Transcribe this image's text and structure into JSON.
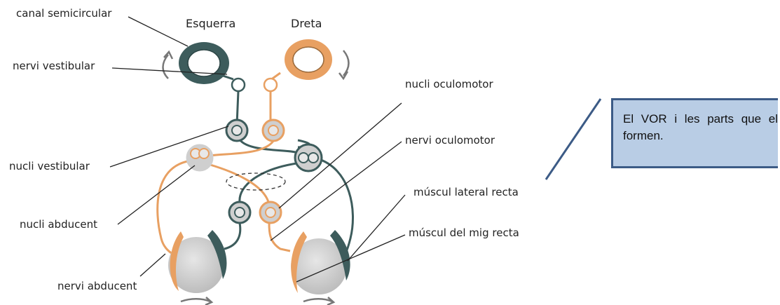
{
  "labels": {
    "canal_semicircular": "canal semicircular",
    "esquerra": "Esquerra",
    "dreta": "Dreta",
    "nervi_vestibular": "nervi vestibular",
    "nucli_vestibular": "nucli vestibular",
    "nucli_abducent": "nucli abducent",
    "nervi_abducent": "nervi abducent",
    "nucli_oculomotor": "nucli oculomotor",
    "nervi_oculomotor": "nervi oculomotor",
    "muscul_lateral_recta": "múscul lateral recta",
    "muscul_del_mig_recta": "múscul del mig recta"
  },
  "callout": {
    "text": "El VOR i les parts que el formen."
  },
  "colors": {
    "left_pathway": "#3d5c5c",
    "right_pathway": "#e8a062",
    "callout_fill": "#b9cde5",
    "callout_border": "#3c5b86",
    "eyeball": "#d4d4d4"
  }
}
